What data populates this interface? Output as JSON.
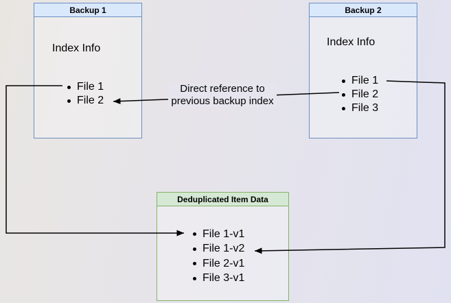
{
  "backup1": {
    "title": "Backup 1",
    "section": "Index Info",
    "files": [
      "File 1",
      "File 2"
    ]
  },
  "backup2": {
    "title": "Backup 2",
    "section": "Index Info",
    "files": [
      "File 1",
      "File 2",
      "File 3"
    ]
  },
  "dedup": {
    "title": "Deduplicated Item Data",
    "files": [
      "File 1-v1",
      "File 1-v2",
      "File 2-v1",
      "File 3-v1"
    ]
  },
  "edge_label": {
    "line1": "Direct reference to",
    "line2": "previous backup index"
  },
  "colors": {
    "blue_fill": "#dae8fc",
    "blue_stroke": "#6c8ebf",
    "green_fill": "#d5e8d4",
    "green_stroke": "#82b366",
    "arrow": "#000000",
    "canvas_left": "#e9e6e2",
    "canvas_right": "#e1e2f1"
  }
}
